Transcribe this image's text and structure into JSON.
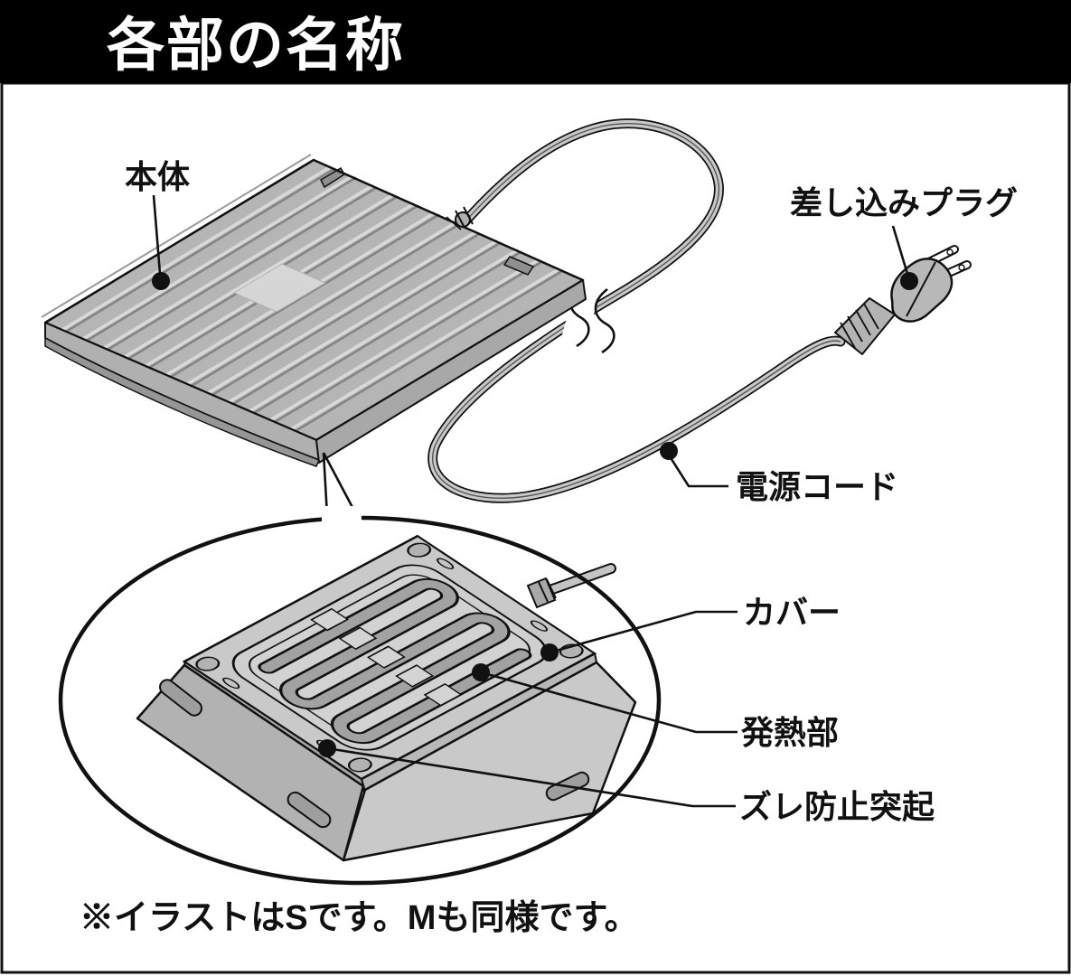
{
  "page": {
    "title": "各部の名称",
    "note": "※イラストはSです。Mも同様です。"
  },
  "parts": {
    "main_body": "本体",
    "plug": "差し込みプラグ",
    "power_cord": "電源コード",
    "cover": "カバー",
    "heating_part": "発熱部",
    "anti_slip_protrusion": "ズレ防止突起"
  },
  "colors": {
    "header_bg": "#000000",
    "header_text": "#ffffff",
    "outline": "#111111",
    "label_text": "#111111",
    "panel_gray": "#b5b5b5",
    "panel_highlight": "#d9d9d9",
    "panel_shadow": "#848484",
    "cord_gray": "#c9c9c9",
    "inset_plate": "#c9c9c9",
    "tube_gray": "#a2a2a2",
    "background": "#ffffff"
  }
}
